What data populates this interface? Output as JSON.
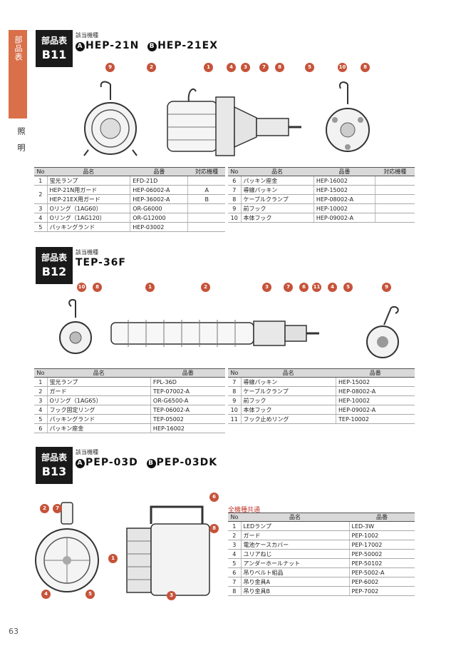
{
  "side": {
    "tab_label": "部品表",
    "sub_label": "照明"
  },
  "page_number": "63",
  "b11": {
    "badge_top": "部品表",
    "badge_code": "B11",
    "applicable_label": "該当機種",
    "model_a": "HEP-21N",
    "model_b": "HEP-21EX",
    "marker_a": "A",
    "marker_b": "B",
    "headers": {
      "no": "No",
      "name": "品名",
      "part": "品番",
      "model": "対応機種"
    },
    "left_rows": [
      {
        "no": "1",
        "name": "蛍光ランプ",
        "part": "EFD-21D",
        "model": ""
      },
      {
        "no": "2",
        "name": "HEP-21N用ガード",
        "part": "HEP-06002-A",
        "model": "A"
      },
      {
        "no": "",
        "name": "HEP-21EX用ガード",
        "part": "HEP-36002-A",
        "model": "B"
      },
      {
        "no": "3",
        "name": "Oリング（1AG60）",
        "part": "OR-G6000",
        "model": ""
      },
      {
        "no": "4",
        "name": "Oリング（1AG120）",
        "part": "OR-G12000",
        "model": ""
      },
      {
        "no": "5",
        "name": "パッキングランド",
        "part": "HEP-03002",
        "model": ""
      }
    ],
    "right_rows": [
      {
        "no": "6",
        "name": "パッキン座金",
        "part": "HEP-16002",
        "model": ""
      },
      {
        "no": "7",
        "name": "導線パッキン",
        "part": "HEP-15002",
        "model": ""
      },
      {
        "no": "8",
        "name": "ケーブルクランプ",
        "part": "HEP-08002-A",
        "model": ""
      },
      {
        "no": "9",
        "name": "前フック",
        "part": "HEP-10002",
        "model": ""
      },
      {
        "no": "10",
        "name": "本体フック",
        "part": "HEP-09002-A",
        "model": ""
      }
    ],
    "callouts": [
      "9",
      "2",
      "1",
      "4",
      "3",
      "7",
      "8",
      "5",
      "10",
      "8"
    ]
  },
  "b12": {
    "badge_top": "部品表",
    "badge_code": "B12",
    "applicable_label": "該当機種",
    "model": "TEP-36F",
    "headers": {
      "no": "No",
      "name": "品名",
      "part": "品番"
    },
    "left_rows": [
      {
        "no": "1",
        "name": "蛍光ランプ",
        "part": "FPL-36D"
      },
      {
        "no": "2",
        "name": "ガード",
        "part": "TEP-07002-A"
      },
      {
        "no": "3",
        "name": "Oリング（1AG65）",
        "part": "OR-G6500-A"
      },
      {
        "no": "4",
        "name": "フック固定リング",
        "part": "TEP-06002-A"
      },
      {
        "no": "5",
        "name": "パッキングランド",
        "part": "TEP-05002"
      },
      {
        "no": "6",
        "name": "パッキン座金",
        "part": "HEP-16002"
      }
    ],
    "right_rows": [
      {
        "no": "7",
        "name": "導線パッキン",
        "part": "HEP-15002"
      },
      {
        "no": "8",
        "name": "ケーブルクランプ",
        "part": "HEP-08002-A"
      },
      {
        "no": "9",
        "name": "前フック",
        "part": "HEP-10002"
      },
      {
        "no": "10",
        "name": "本体フック",
        "part": "HEP-09002-A"
      },
      {
        "no": "11",
        "name": "フック止めリング",
        "part": "TEP-10002"
      }
    ],
    "callouts": [
      "10",
      "8",
      "1",
      "2",
      "3",
      "7",
      "6",
      "11",
      "4",
      "5",
      "9"
    ]
  },
  "b13": {
    "badge_top": "部品表",
    "badge_code": "B13",
    "applicable_label": "該当機種",
    "model_a": "PEP-03D",
    "model_b": "PEP-03DK",
    "marker_a": "A",
    "marker_b": "B",
    "group_label": "全機種共通",
    "headers": {
      "no": "No",
      "name": "品名",
      "part": "品番"
    },
    "rows": [
      {
        "no": "1",
        "name": "LEDランプ",
        "part": "LED-3W"
      },
      {
        "no": "2",
        "name": "ガード",
        "part": "PEP-1002"
      },
      {
        "no": "3",
        "name": "電池ケースカバー",
        "part": "PEP-17002"
      },
      {
        "no": "4",
        "name": "ユリアねじ",
        "part": "PEP-50002"
      },
      {
        "no": "5",
        "name": "アンダーホールナット",
        "part": "PEP-50102"
      },
      {
        "no": "6",
        "name": "吊りベルト組品",
        "part": "PEP-5002-A"
      },
      {
        "no": "7",
        "name": "吊り金具A",
        "part": "PEP-6002"
      },
      {
        "no": "8",
        "name": "吊り金具B",
        "part": "PEP-7002"
      }
    ],
    "callouts": [
      "2",
      "7",
      "6",
      "8",
      "1",
      "3",
      "4",
      "5"
    ]
  }
}
